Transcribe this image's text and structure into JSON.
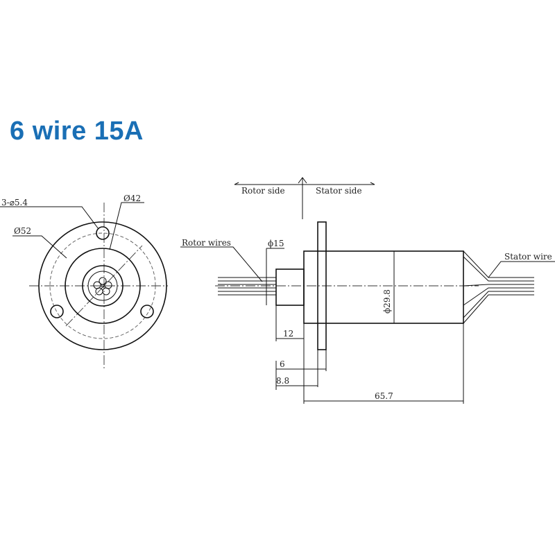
{
  "title": "6 wire 15A",
  "colors": {
    "title": "#1a6fb5",
    "line": "#111111"
  },
  "front_view": {
    "holes_label": "3-⌀5.4",
    "pcd_label": "Ø42",
    "outer_label": "Ø52"
  },
  "side_view": {
    "rotor_side": "Rotor side",
    "stator_side": "Stator side",
    "rotor_wires": "Rotor wires",
    "stator_wires": "Stator wire",
    "shaft_dia": "ϕ15",
    "body_dia": "ϕ29.8",
    "dim_shaft": "12",
    "dim_flange_thk": "6",
    "dim_flange_pos": "8.8",
    "dim_length": "65.7"
  }
}
